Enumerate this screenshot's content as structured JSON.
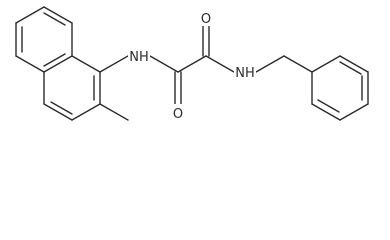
{
  "molecule": {
    "atoms": {
      "oxygen_top": "O",
      "oxygen_bottom": "O",
      "nh_left": "NH",
      "nh_right": "NH"
    }
  }
}
